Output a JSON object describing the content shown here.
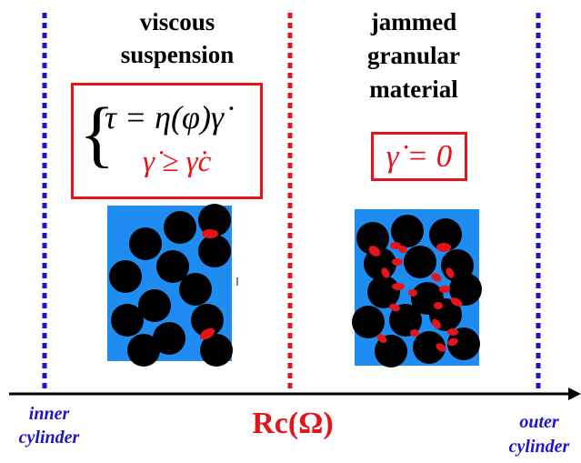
{
  "regions": {
    "left_title_line1": "viscous",
    "left_title_line2": "suspension",
    "right_title_line1": "jammed",
    "right_title_line2": "granular",
    "right_title_line3": "material"
  },
  "equations": {
    "flow_law": "τ = η(φ)γ̇",
    "flow_condition": "γ̇ ≥ γ̇c",
    "jammed_condition": "γ̇ = 0"
  },
  "axis": {
    "inner_label_line1": "inner",
    "inner_label_line2": "cylinder",
    "outer_label_line1": "outer",
    "outer_label_line2": "cylinder",
    "critical_radius_label": "Rc(Ω)"
  },
  "colors": {
    "wall": "#1e14c8",
    "critical_line": "#e5141a",
    "box_border": "#e5141a",
    "particle_bg": "#1e8cf0",
    "particle": "#000000",
    "contact": "#e5141a"
  }
}
